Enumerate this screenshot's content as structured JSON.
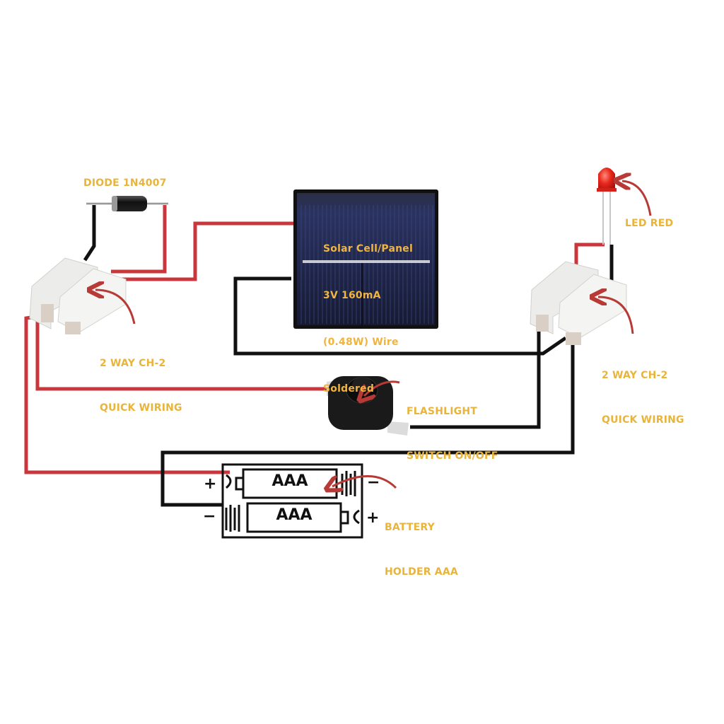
{
  "title": "Solar Flashlight Wiring Diagram",
  "colors": {
    "label_text": "#e8b43a",
    "wire_positive": "#c9373c",
    "wire_negative": "#111111",
    "arrow": "#b83a36",
    "solar_panel": "#1c2240",
    "led": "#e8271d",
    "connector": "#f1f1ef"
  },
  "components": {
    "diode": {
      "label": "DIODE 1N4007"
    },
    "solar_panel": {
      "label_lines": [
        "Solar Cell/Panel",
        "3V 160mA",
        "(0.48W) Wire",
        "Soldered"
      ]
    },
    "led": {
      "label": "LED RED"
    },
    "connector_left": {
      "label_lines": [
        "2 WAY CH-2",
        "QUICK WIRING"
      ]
    },
    "connector_right": {
      "label_lines": [
        "2 WAY CH-2",
        "QUICK WIRING"
      ]
    },
    "switch": {
      "label_lines": [
        "FLASHLIGHT",
        "SWITCH ON/OFF"
      ]
    },
    "battery_holder": {
      "label_lines": [
        "BATTERY",
        "HOLDER AAA"
      ],
      "cells": [
        {
          "text": "AAA",
          "left_terminal": "+",
          "right_terminal": "−"
        },
        {
          "text": "AAA",
          "left_terminal": "−",
          "right_terminal": "+"
        }
      ]
    }
  }
}
